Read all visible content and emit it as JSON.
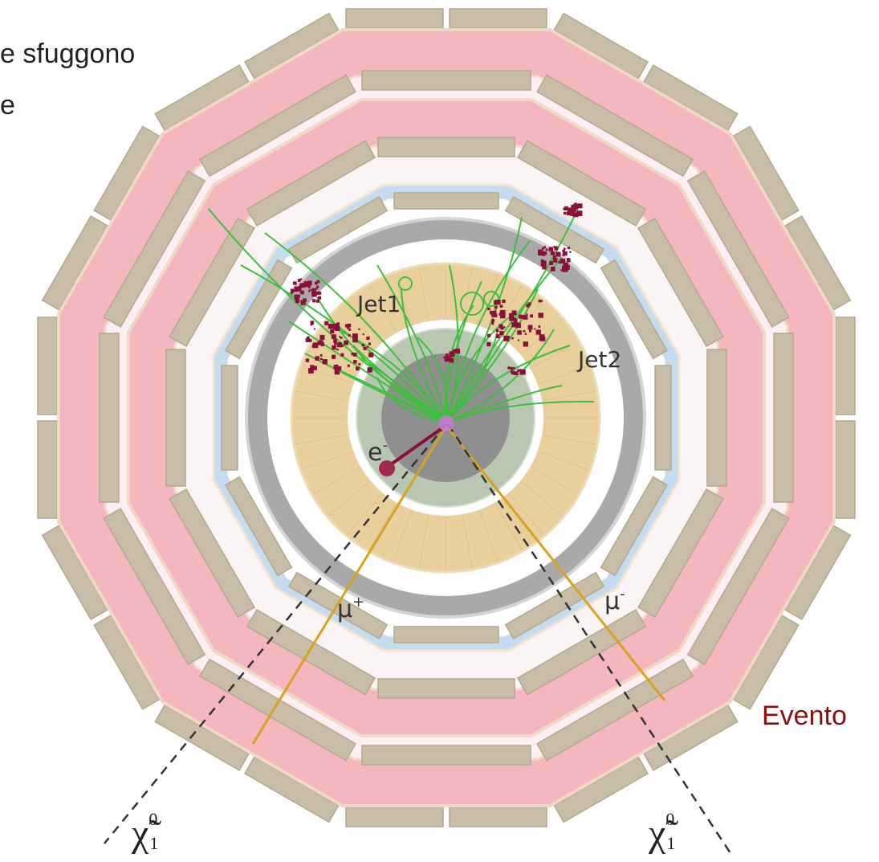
{
  "captions": {
    "line1": "e sfuggono",
    "line2": "e",
    "evento": "Evento"
  },
  "labels": {
    "jet1": "Jet1",
    "jet2": "Jet2",
    "electron": "e",
    "electron_sup": "-",
    "mu_plus": "μ",
    "mu_plus_sup": "+",
    "mu_minus": "μ",
    "mu_minus_sup": "-",
    "chi_left": "χ̃",
    "chi_left_sup": "0",
    "chi_left_sub": "1",
    "chi_right": "χ̃",
    "chi_right_sup": "0",
    "chi_right_sub": "1"
  },
  "colors": {
    "muon_chamber": "#c8bda6",
    "magnet": "#f4b6bf",
    "calorimeter_blue": "#c4dcef",
    "hcal_grey": "#a9a9a9",
    "ecal_tan": "#e8cf9c",
    "tracker_green": "#b9c7b2",
    "core_grey": "#8f8f8f",
    "jet_track": "#3cbf3c",
    "jet_deposit": "#8a0f3a",
    "muon_track": "#d9a21a",
    "missing_energy": "#333333"
  }
}
